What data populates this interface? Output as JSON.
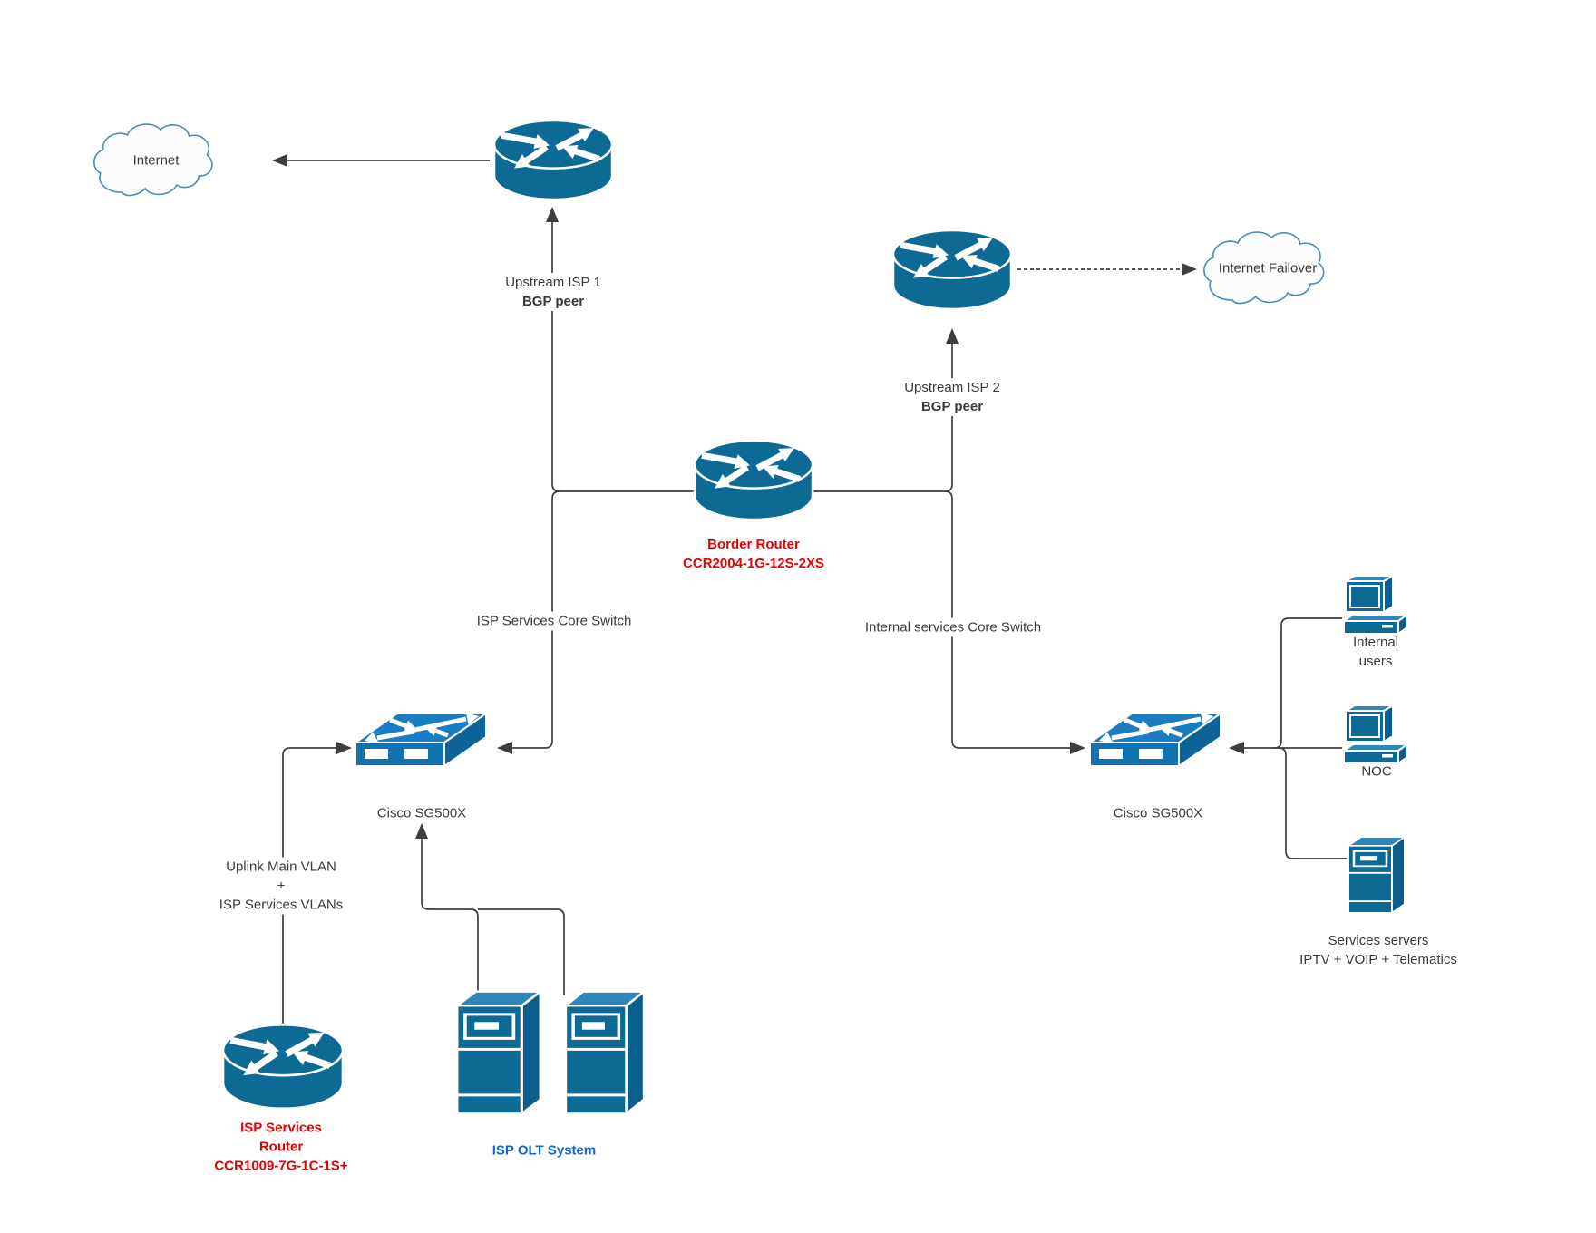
{
  "diagram": {
    "title": "ISP network topology diagram",
    "nodes": {
      "internet_cloud": {
        "label": "Internet"
      },
      "failover_cloud": {
        "label": "Internet Failover"
      },
      "upstream_isp1": {
        "label": "Upstream ISP 1",
        "sublabel": "BGP peer"
      },
      "upstream_isp2": {
        "label": "Upstream ISP 2",
        "sublabel": "BGP peer"
      },
      "border_router": {
        "label": "Border Router",
        "model": "CCR2004-1G-12S-2XS"
      },
      "isp_core_switch": {
        "caption": "ISP Services Core Switch",
        "label": "Cisco SG500X"
      },
      "internal_core_switch": {
        "caption": "Internal services Core Switch",
        "label": "Cisco SG500X"
      },
      "uplink_note": {
        "line1": "Uplink Main VLAN",
        "line2": "+",
        "line3": "ISP Services VLANs"
      },
      "isp_services_router": {
        "line1": "ISP Services",
        "line2": "Router",
        "model": "CCR1009-7G-1C-1S+"
      },
      "olt_system": {
        "label": "ISP OLT System"
      },
      "internal_users": {
        "line1": "Internal",
        "line2": "users"
      },
      "noc": {
        "label": "NOC"
      },
      "services_servers": {
        "line1": "Services servers",
        "line2": "IPTV + VOIP + Telematics"
      }
    },
    "colors": {
      "device_blue": "#0d6a94",
      "device_blue_light": "#2f87b9",
      "device_blue_dark": "#0a5e8c",
      "switch_blue": "#1172b1",
      "red_label": "#e60000",
      "blue_label": "#1166cc",
      "wire": "#3e3e3e",
      "cloud_stroke": "#4f8bb0",
      "text": "#3a3a3a"
    }
  }
}
